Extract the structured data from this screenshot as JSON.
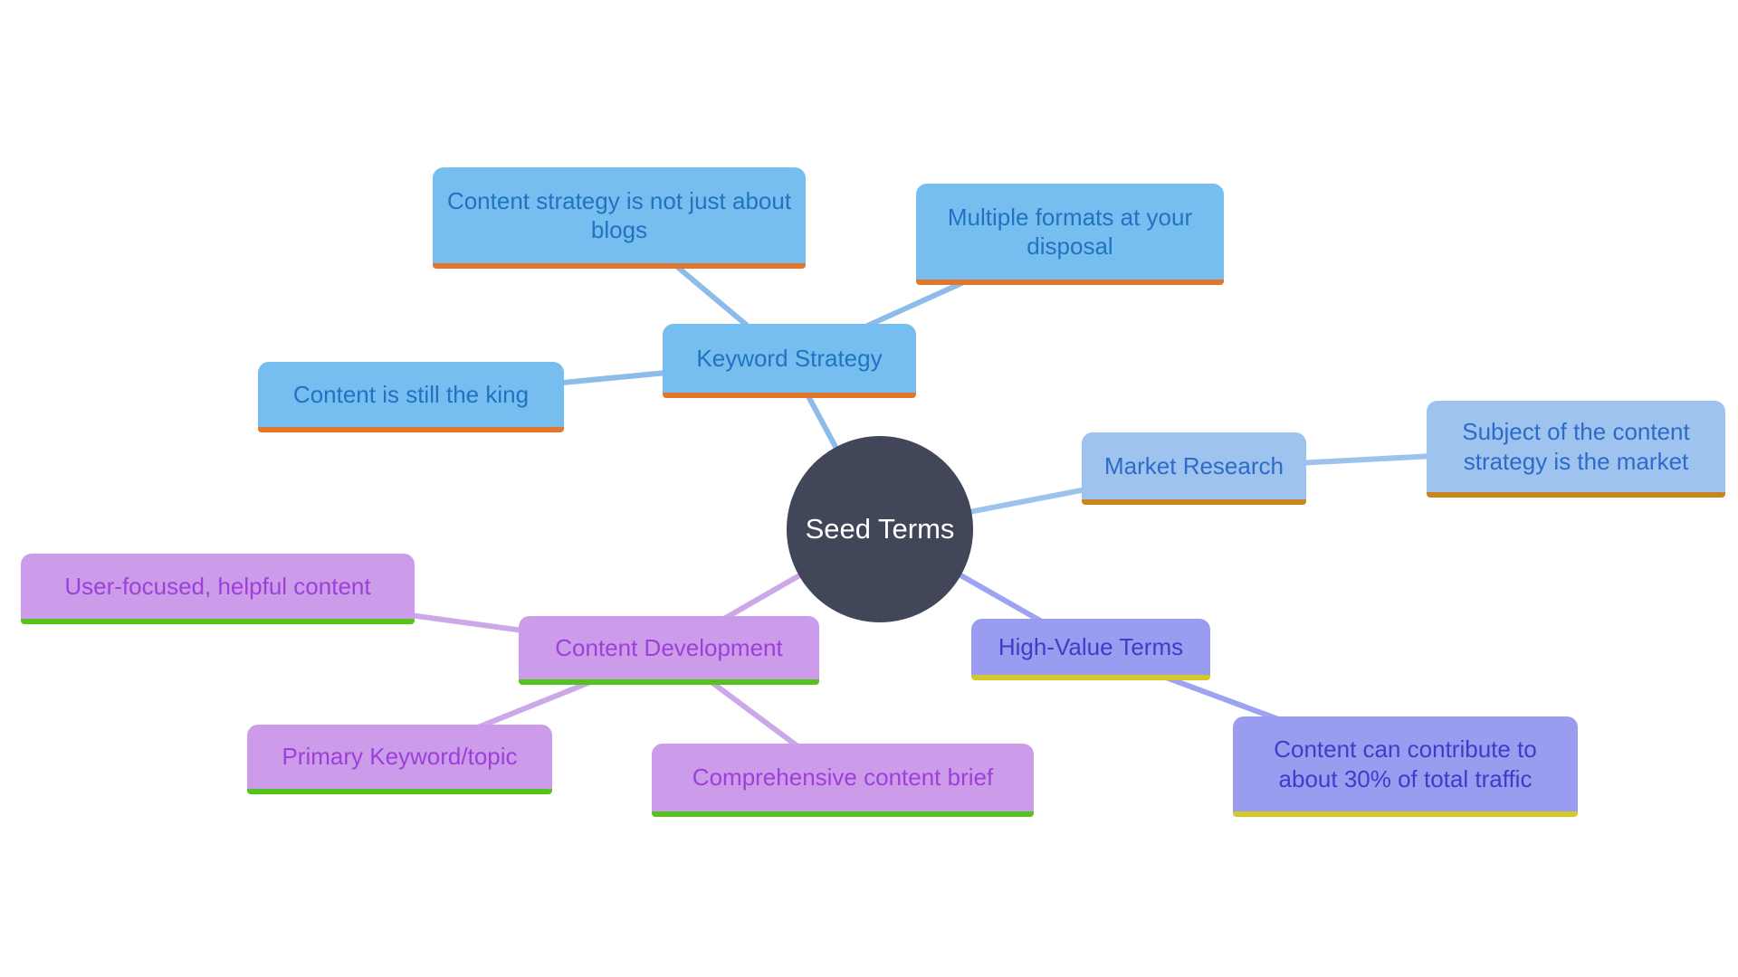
{
  "center": {
    "label": "Seed Terms",
    "bg": "#424659",
    "text_color": "#ffffff"
  },
  "branches": [
    {
      "label": "Keyword Strategy",
      "fill": "#77BEF0",
      "text": "#2173C2",
      "underline": "#E2772C",
      "edge": "#8EBCEA",
      "children": [
        {
          "label": "Content strategy is not just about blogs"
        },
        {
          "label": "Multiple formats at your disposal"
        },
        {
          "label": "Content is still the king"
        }
      ]
    },
    {
      "label": "Market Research",
      "fill": "#9EC3EE",
      "text": "#2E6BC8",
      "underline": "#C9851D",
      "edge": "#9DC2EC",
      "children": [
        {
          "label": "Subject of the content strategy is the market"
        }
      ]
    },
    {
      "label": "Content Development",
      "fill": "#CC9CEB",
      "text": "#9D3FD9",
      "underline": "#54C41D",
      "edge": "#CBA8E8",
      "children": [
        {
          "label": "User-focused, helpful content"
        },
        {
          "label": "Primary Keyword/topic"
        },
        {
          "label": "Comprehensive content brief"
        }
      ]
    },
    {
      "label": "High-Value Terms",
      "fill": "#999CEF",
      "text": "#3A3FC9",
      "underline": "#D5C92A",
      "edge": "#9DA3F0",
      "children": [
        {
          "label": "Content can contribute to about 30% of total traffic"
        }
      ]
    }
  ]
}
